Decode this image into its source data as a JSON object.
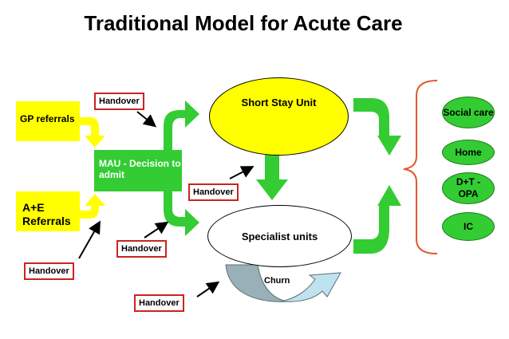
{
  "title": "Traditional Model for Acute Care",
  "sources": {
    "gp": "GP referrals",
    "ae": "A+E Referrals"
  },
  "mau": "MAU - Decision to admit",
  "units": {
    "short_stay": "Short Stay Unit",
    "specialist": "Specialist units"
  },
  "churn": "Churn",
  "handover": [
    "Handover",
    "Handover",
    "Handover",
    "Handover",
    "Handover"
  ],
  "outcomes": [
    "Social care",
    "Home",
    "D+T - OPA",
    "IC"
  ],
  "colors": {
    "arrow_green": "#33cc33",
    "box_yellow": "#ffff00",
    "ellipse_yellow": "#ffff00",
    "handover_border": "#cc2222",
    "brace": "#e05a2b"
  }
}
